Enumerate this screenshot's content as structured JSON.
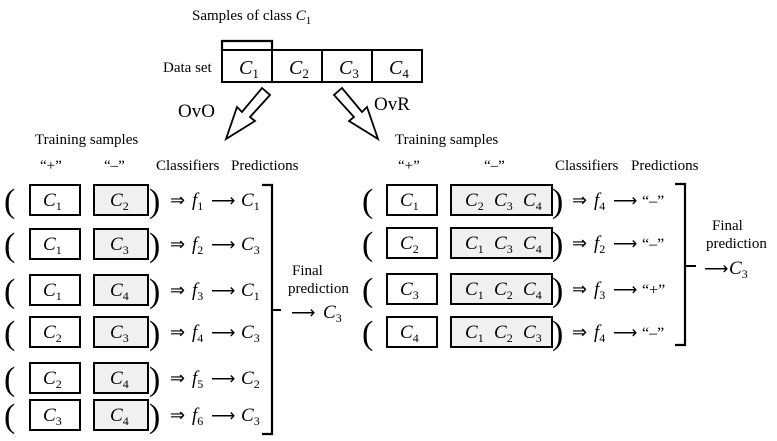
{
  "dataset": {
    "samples_label": "Samples of class ",
    "samples_class": "C",
    "samples_sub": "1",
    "label": "Data set",
    "cells": [
      {
        "main": "C",
        "sub": "1"
      },
      {
        "main": "C",
        "sub": "2"
      },
      {
        "main": "C",
        "sub": "3"
      },
      {
        "main": "C",
        "sub": "4"
      }
    ]
  },
  "strategies": {
    "ovo": "OvO",
    "ovr": "OvR"
  },
  "ovo": {
    "training_samples": "Training samples",
    "plus_header": "“+”",
    "minus_header": "“–”",
    "classifiers_header": "Classifiers",
    "predictions_header": "Predictions",
    "rows": [
      {
        "pos": "1",
        "neg": "2",
        "f": "1",
        "pred": "1"
      },
      {
        "pos": "1",
        "neg": "3",
        "f": "2",
        "pred": "3"
      },
      {
        "pos": "1",
        "neg": "4",
        "f": "3",
        "pred": "1"
      },
      {
        "pos": "2",
        "neg": "3",
        "f": "4",
        "pred": "3"
      },
      {
        "pos": "2",
        "neg": "4",
        "f": "5",
        "pred": "2"
      },
      {
        "pos": "3",
        "neg": "4",
        "f": "6",
        "pred": "3"
      }
    ],
    "final_line1": "Final",
    "final_line2": "prediction",
    "final_class": "C",
    "final_sub": "3"
  },
  "ovr": {
    "training_samples": "Training samples",
    "plus_header": "“+”",
    "minus_header": "“–”",
    "classifiers_header": "Classifiers",
    "predictions_header": "Predictions",
    "rows": [
      {
        "pos": "1",
        "neg": [
          "2",
          "3",
          "4"
        ],
        "f": "4",
        "pred": "“–”"
      },
      {
        "pos": "2",
        "neg": [
          "1",
          "3",
          "4"
        ],
        "f": "2",
        "pred": "“–”"
      },
      {
        "pos": "3",
        "neg": [
          "1",
          "2",
          "4"
        ],
        "f": "3",
        "pred": "“+”"
      },
      {
        "pos": "4",
        "neg": [
          "1",
          "2",
          "3"
        ],
        "f": "4",
        "pred": "“–”"
      }
    ],
    "final_line1": "Final",
    "final_line2": "prediction",
    "final_class": "C",
    "final_sub": "3"
  },
  "symbols": {
    "implies": "⇒",
    "arrow": "⟶",
    "func": "f",
    "cls": "C",
    "open_paren": "(",
    "close_paren": ")"
  }
}
